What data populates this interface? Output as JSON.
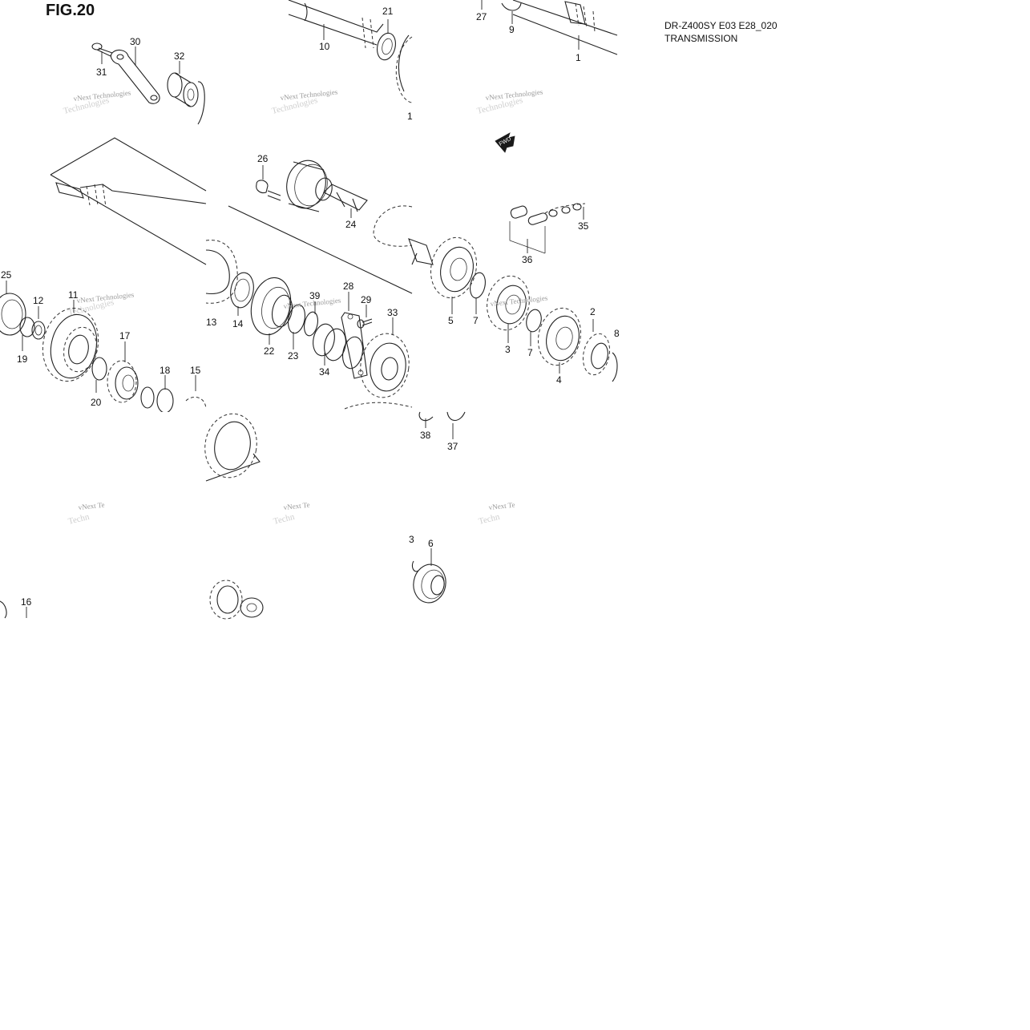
{
  "figure": {
    "title": "FIG.20",
    "model_code": "DR-Z400SY E03 E28_020",
    "section": "TRANSMISSION"
  },
  "direction_marker": "FWD",
  "watermark": {
    "line1": "vNext Technologies",
    "line2": "Technologies",
    "short1": "vNext Te",
    "short2": "Techn"
  },
  "callouts": [
    {
      "id": "c1",
      "label": "1"
    },
    {
      "id": "c2",
      "label": "2"
    },
    {
      "id": "c3",
      "label": "3"
    },
    {
      "id": "c4",
      "label": "4"
    },
    {
      "id": "c5",
      "label": "5"
    },
    {
      "id": "c6",
      "label": "6"
    },
    {
      "id": "c7a",
      "label": "7"
    },
    {
      "id": "c7b",
      "label": "7"
    },
    {
      "id": "c8",
      "label": "8"
    },
    {
      "id": "c9",
      "label": "9"
    },
    {
      "id": "c10",
      "label": "10"
    },
    {
      "id": "c11",
      "label": "11"
    },
    {
      "id": "c12",
      "label": "12"
    },
    {
      "id": "c13",
      "label": "13"
    },
    {
      "id": "c14",
      "label": "14"
    },
    {
      "id": "c15",
      "label": "15"
    },
    {
      "id": "c16",
      "label": "16"
    },
    {
      "id": "c17",
      "label": "17"
    },
    {
      "id": "c18",
      "label": "18"
    },
    {
      "id": "c19",
      "label": "19"
    },
    {
      "id": "c20",
      "label": "20"
    },
    {
      "id": "c21",
      "label": "21"
    },
    {
      "id": "c22",
      "label": "22"
    },
    {
      "id": "c23",
      "label": "23"
    },
    {
      "id": "c24",
      "label": "24"
    },
    {
      "id": "c25",
      "label": "25"
    },
    {
      "id": "c26",
      "label": "26"
    },
    {
      "id": "c27",
      "label": "27"
    },
    {
      "id": "c28",
      "label": "28"
    },
    {
      "id": "c29",
      "label": "29"
    },
    {
      "id": "c30",
      "label": "30"
    },
    {
      "id": "c31",
      "label": "31"
    },
    {
      "id": "c32",
      "label": "32"
    },
    {
      "id": "c33",
      "label": "33"
    },
    {
      "id": "c34",
      "label": "34"
    },
    {
      "id": "c35",
      "label": "35"
    },
    {
      "id": "c36",
      "label": "36"
    },
    {
      "id": "c37",
      "label": "37"
    },
    {
      "id": "c38",
      "label": "38"
    },
    {
      "id": "c39",
      "label": "39"
    },
    {
      "id": "c1b",
      "label": "1"
    },
    {
      "id": "c3b",
      "label": "3"
    }
  ]
}
